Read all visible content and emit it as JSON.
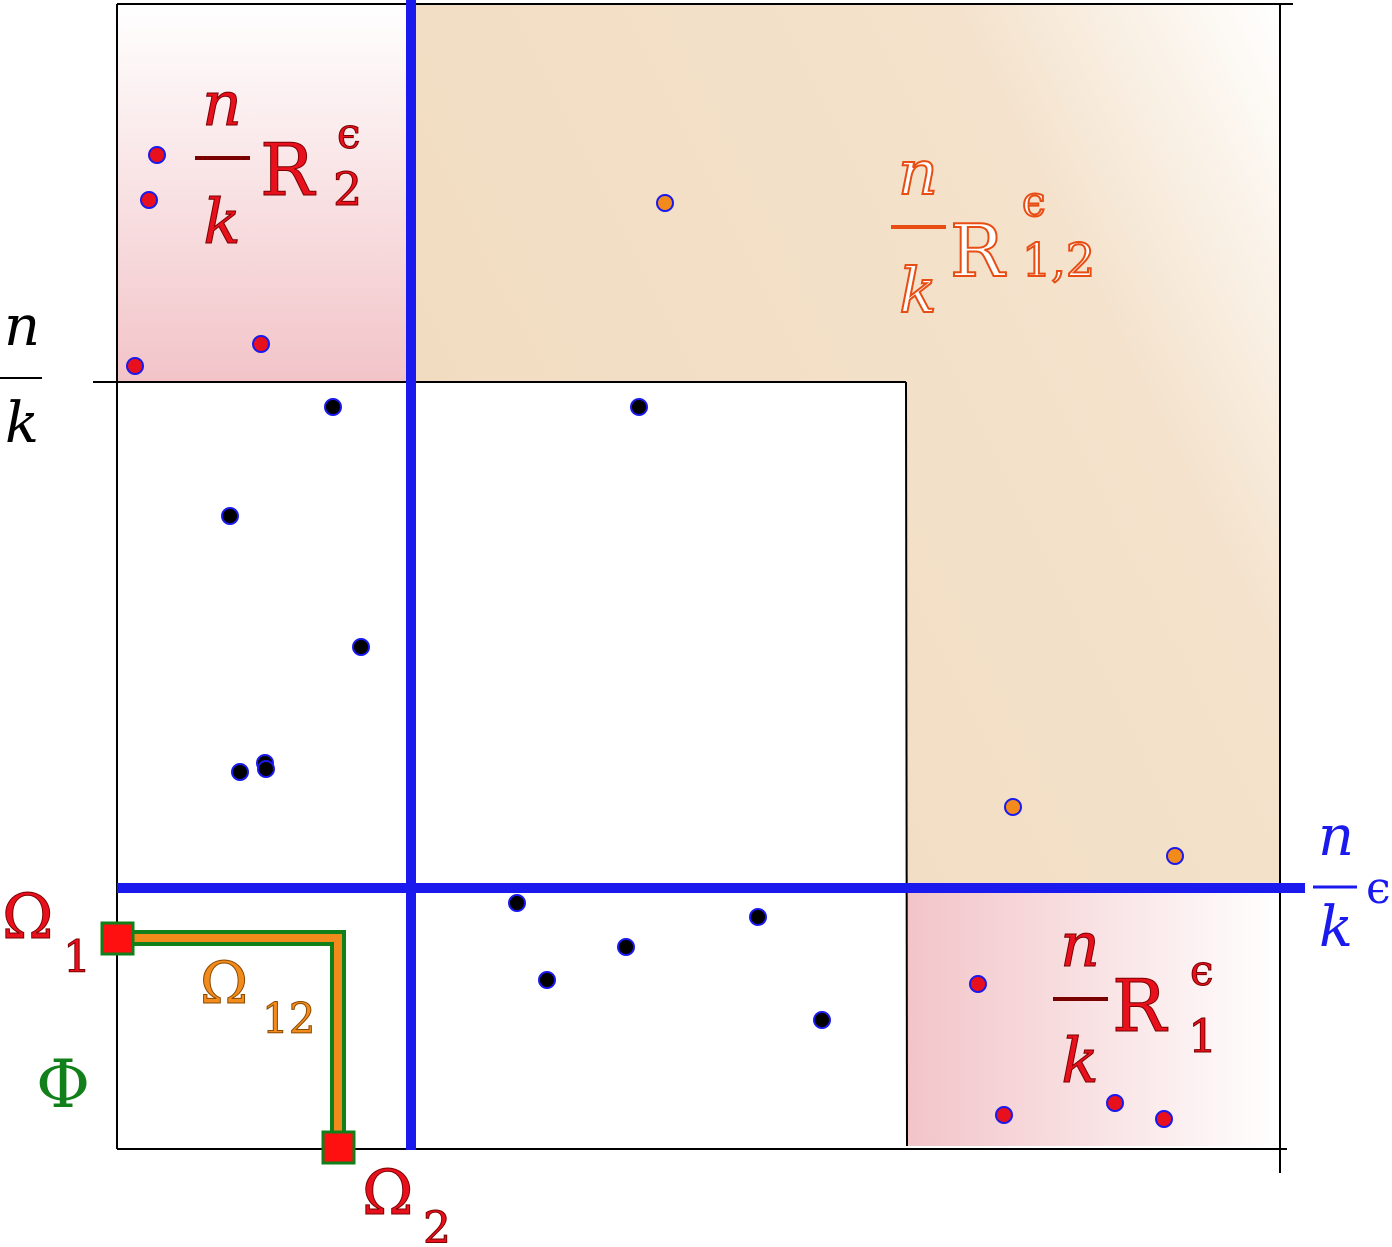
{
  "labels": {
    "n": "n",
    "k": "k",
    "R": "R",
    "epsilon": "ϵ",
    "sub_2": "2",
    "sub_1": "1",
    "sub_12": "1,2",
    "omega": "Ω",
    "omega_sub_1": "1",
    "omega_sub_2": "2",
    "omega_sub_12": "12",
    "phi": "Φ"
  },
  "colors": {
    "blue": "#1a1aee",
    "red": "#e8101c",
    "dark_red": "#c40010",
    "orange": "#f28a1c",
    "region_label_orange": "#e84e14",
    "green": "#12801a",
    "black": "#000000",
    "pink_fill": "#f2c6c8",
    "tan_fill": "#f2dcc0"
  },
  "point_groups": {
    "region_R2": "red",
    "region_R12": "orange",
    "region_R1": "red",
    "inner": "black"
  }
}
